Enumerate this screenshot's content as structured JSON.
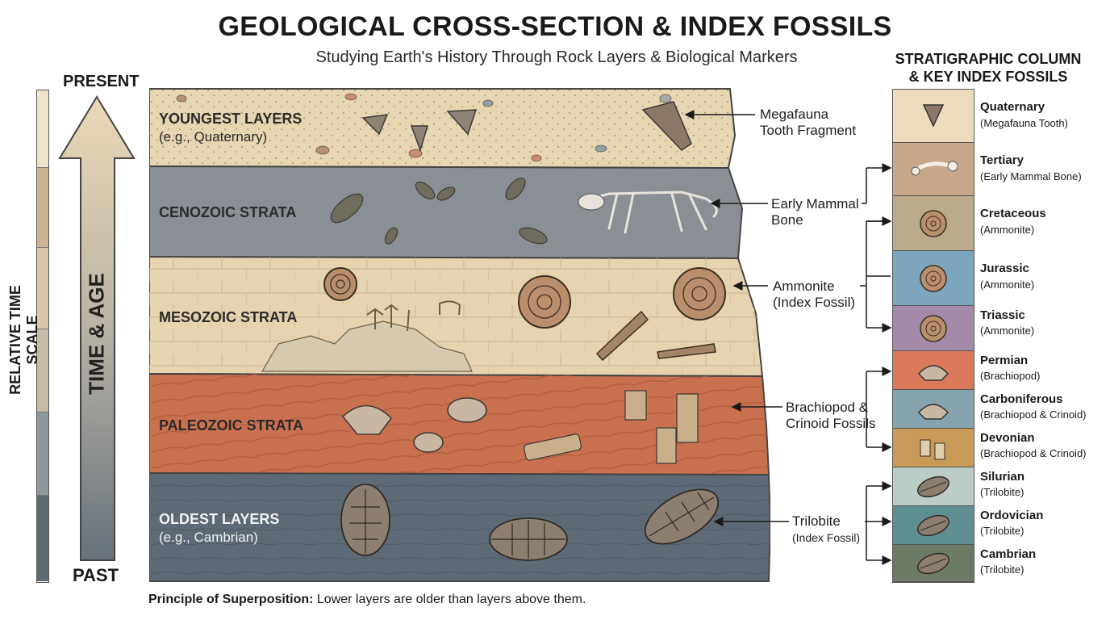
{
  "title": "GEOLOGICAL CROSS-SECTION & INDEX FOSSILS",
  "subtitle": "Studying Earth's History Through Rock Layers & Biological Markers",
  "relative_time_scale": "RELATIVE TIME SCALE",
  "time_arrow": {
    "top": "PRESENT",
    "bottom": "PAST",
    "label": "TIME & AGE"
  },
  "layers": [
    {
      "name": "YOUNGEST LAYERS",
      "sub": "(e.g., Quaternary)",
      "color": "#e7d6b2"
    },
    {
      "name": "CENOZOIC STRATA",
      "sub": "",
      "color": "#8a8f95"
    },
    {
      "name": "MESOZOIC STRATA",
      "sub": "",
      "color": "#e6d3b0"
    },
    {
      "name": "PALEOZOIC STRATA",
      "sub": "",
      "color": "#c9714f"
    },
    {
      "name": "OLDEST LAYERS",
      "sub": "(e.g., Cambrian)",
      "color": "#5d6a76"
    }
  ],
  "callouts": [
    {
      "line1": "Megafauna",
      "line2": "Tooth Fragment"
    },
    {
      "line1": "Early Mammal",
      "line2": "Bone"
    },
    {
      "line1": "Ammonite",
      "line2": "(Index Fossil)"
    },
    {
      "line1": "Brachiopod &",
      "line2": "Crinoid Fossils"
    },
    {
      "line1": "Trilobite",
      "line2": "(Index Fossil)"
    }
  ],
  "column_heading": {
    "line1": "STRATIGRAPHIC COLUMN",
    "line2": "& KEY INDEX FOSSILS"
  },
  "column": [
    {
      "period": "Quaternary",
      "fossil": "(Megafauna Tooth)",
      "color": "#ecdcbd",
      "icon": "tooth-icon"
    },
    {
      "period": "Tertiary",
      "fossil": "(Early Mammal Bone)",
      "color": "#c7a78a",
      "icon": "bone-icon"
    },
    {
      "period": "Cretaceous",
      "fossil": "(Ammonite)",
      "color": "#b9ab8b",
      "icon": "ammonite-icon"
    },
    {
      "period": "Jurassic",
      "fossil": "(Ammonite)",
      "color": "#7da5bd",
      "icon": "ammonite-icon"
    },
    {
      "period": "Triassic",
      "fossil": "(Ammonite)",
      "color": "#a48aa9",
      "icon": "ammonite-icon"
    },
    {
      "period": "Permian",
      "fossil": "(Brachiopod)",
      "color": "#d9795a",
      "icon": "brachiopod-icon"
    },
    {
      "period": "Carboniferous",
      "fossil": "(Brachiopod & Crinoid)",
      "color": "#87a3ad",
      "icon": "brachiopod-icon"
    },
    {
      "period": "Devonian",
      "fossil": "(Brachiopod & Crinoid)",
      "color": "#c99a58",
      "icon": "crinoid-icon"
    },
    {
      "period": "Silurian",
      "fossil": "(Trilobite)",
      "color": "#bcccc6",
      "icon": "trilobite-icon"
    },
    {
      "period": "Ordovician",
      "fossil": "(Trilobite)",
      "color": "#5f8f90",
      "icon": "trilobite-icon"
    },
    {
      "period": "Cambrian",
      "fossil": "(Trilobite)",
      "color": "#6d7a66",
      "icon": "trilobite-icon"
    }
  ],
  "footer": {
    "bold": "Principle of Superposition:",
    "text": " Lower layers are older than layers above them."
  }
}
